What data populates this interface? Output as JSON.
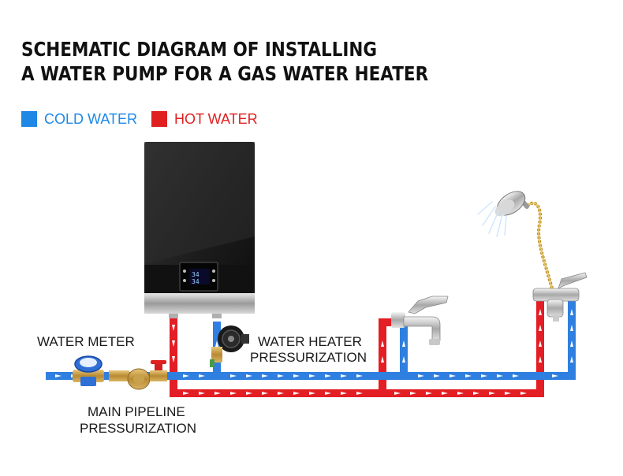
{
  "title": {
    "line1": "SCHEMATIC DIAGRAM OF INSTALLING",
    "line2": "A WATER PUMP FOR A GAS WATER HEATER"
  },
  "legend": [
    {
      "label": "COLD WATER",
      "color": "#1e88e5"
    },
    {
      "label": "HOT WATER",
      "color": "#e02020"
    }
  ],
  "labels": {
    "water_meter": "WATER METER",
    "heater_pressurization_1": "WATER HEATER",
    "heater_pressurization_2": "PRESSURIZATION",
    "main_pipeline_1": "MAIN PIPELINE",
    "main_pipeline_2": "PRESSURIZATION"
  },
  "colors": {
    "cold_pipe": "#2f7fe0",
    "hot_pipe": "#e31e24",
    "heater_body": "#1f1f1f",
    "heater_trim": "#c9c9c9"
  },
  "icons": [
    "water-heater-icon",
    "water-meter-icon",
    "pump-icon",
    "faucet-icon",
    "mixer-valve-icon",
    "shower-head-icon"
  ]
}
